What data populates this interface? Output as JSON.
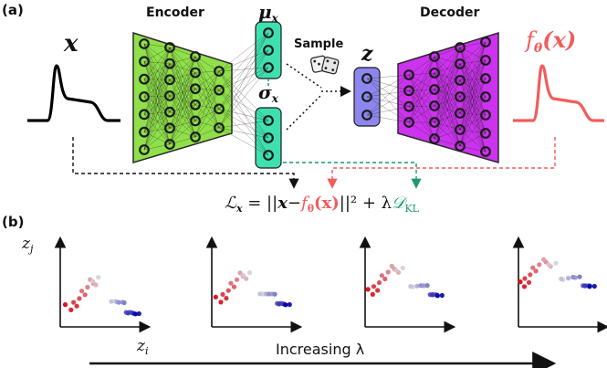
{
  "panel_a": {
    "label": "(a)",
    "input_symbol": "x",
    "encoder_label": "Encoder",
    "mu_label": "μ",
    "mu_sub": "x",
    "sigma_label": "σ",
    "sigma_sub": "x",
    "sample_label": "Sample",
    "latent_label": "z",
    "decoder_label": "Decoder",
    "output_label": "f",
    "output_sub": "θ",
    "output_arg": "(x)",
    "loss": {
      "lhs": "ℒ",
      "lhs_sub": "x",
      "eq": " = ||",
      "x": "x",
      "minus": "−",
      "recon": "f",
      "recon_sub": "θ",
      "recon_arg": "(x)",
      "tail": "||² + λ",
      "kl": "𝒟",
      "kl_sub": "KL"
    },
    "colors": {
      "encoder": "#8fe04a",
      "latent_box": "#3fe0b0",
      "z_box": "#8c86ee",
      "decoder": "#cc33ee",
      "output_curve": "#f25c5c",
      "kl_arrow": "#1a9a6a",
      "recon_arrow": "#f25c5c"
    }
  },
  "panel_b": {
    "label": "(b)",
    "y_axis_label": "z",
    "y_axis_sub": "j",
    "x_axis_label": "z",
    "x_axis_sub": "i",
    "arrow_label": "Increasing λ"
  },
  "icons": [
    "dice-icon"
  ]
}
